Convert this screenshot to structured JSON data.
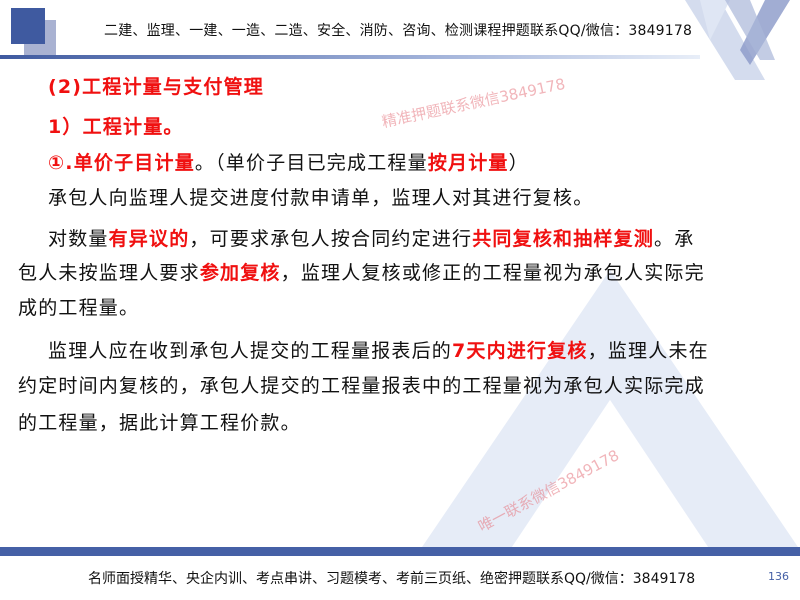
{
  "header": {
    "text": "二建、监理、一建、一造、二造、安全、消防、咨询、检测课程押题联系QQ/微信：3849178"
  },
  "content": {
    "heading1": "(2)工程计量与支付管理",
    "heading2": "1）工程计量。",
    "l3": {
      "a": "①.单价子目计量",
      "b": "。（单价子目已完成工程量",
      "c": "按月计量",
      "d": "）"
    },
    "l4": "承包人向监理人提交进度付款申请单，监理人对其进行复核。",
    "p1": {
      "a": "对数量",
      "b": "有异议的",
      "c": "，可要求承包人按合同约定进行",
      "d": "共同复核和抽样复测",
      "e": "。承",
      "f": "包人未按监理人要求",
      "g": "参加复核",
      "h": "，监理人复核或修正的工程量视为承包人实际完",
      "i": "成的工程量。"
    },
    "p2": {
      "a": "监理人应在收到承包人提交的工程量报表后的",
      "b": "7天内进行复核",
      "c": "，监理人未在",
      "d": "约定时间内复核的，承包人提交的工程量报表中的工程量视为承包人实际完成",
      "e": "的工程量，据此计算工程价款。"
    }
  },
  "watermarks": [
    "精准押题联系微信3849178",
    "唯一联系微信3849178"
  ],
  "footer": {
    "text": "名师面授精华、央企内训、考点串讲、习题模考、考前三页纸、绝密押题联系QQ/微信：3849178",
    "page": "136"
  },
  "colors": {
    "accent": "#3f5aa0",
    "highlight": "#f01010"
  }
}
